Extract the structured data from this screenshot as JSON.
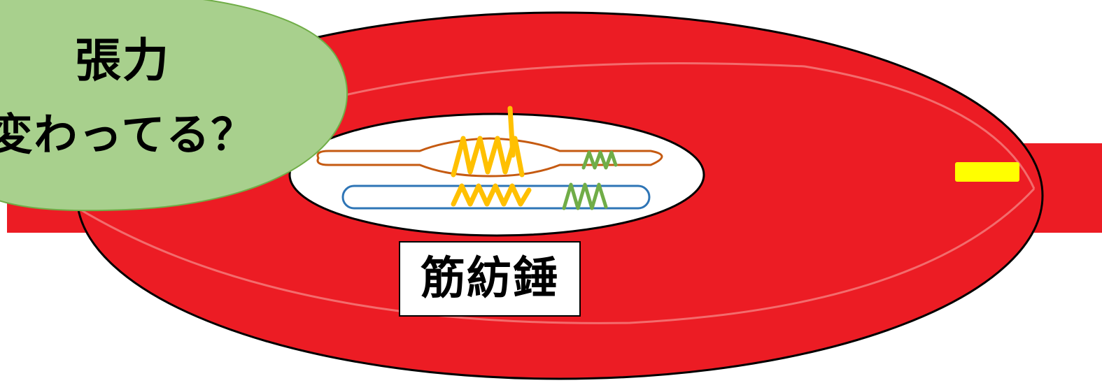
{
  "bubble": {
    "line1": "張力",
    "line2": "変わってる？"
  },
  "spindle_label": "筋紡錘",
  "colors": {
    "muscle": "#ec1c24",
    "muscle_outline": "#000000",
    "muscle_stripe": "#f47a7a",
    "bubble_fill": "#a8d08d",
    "bubble_stroke": "#70ad47",
    "spindle_fill": "#ffffff",
    "intrafusal_top": "#c55a11",
    "intrafusal_bottom": "#2e75b6",
    "sensory_coil": "#ffc000",
    "motor_coil": "#70ad47",
    "marker": "#ffff00"
  }
}
